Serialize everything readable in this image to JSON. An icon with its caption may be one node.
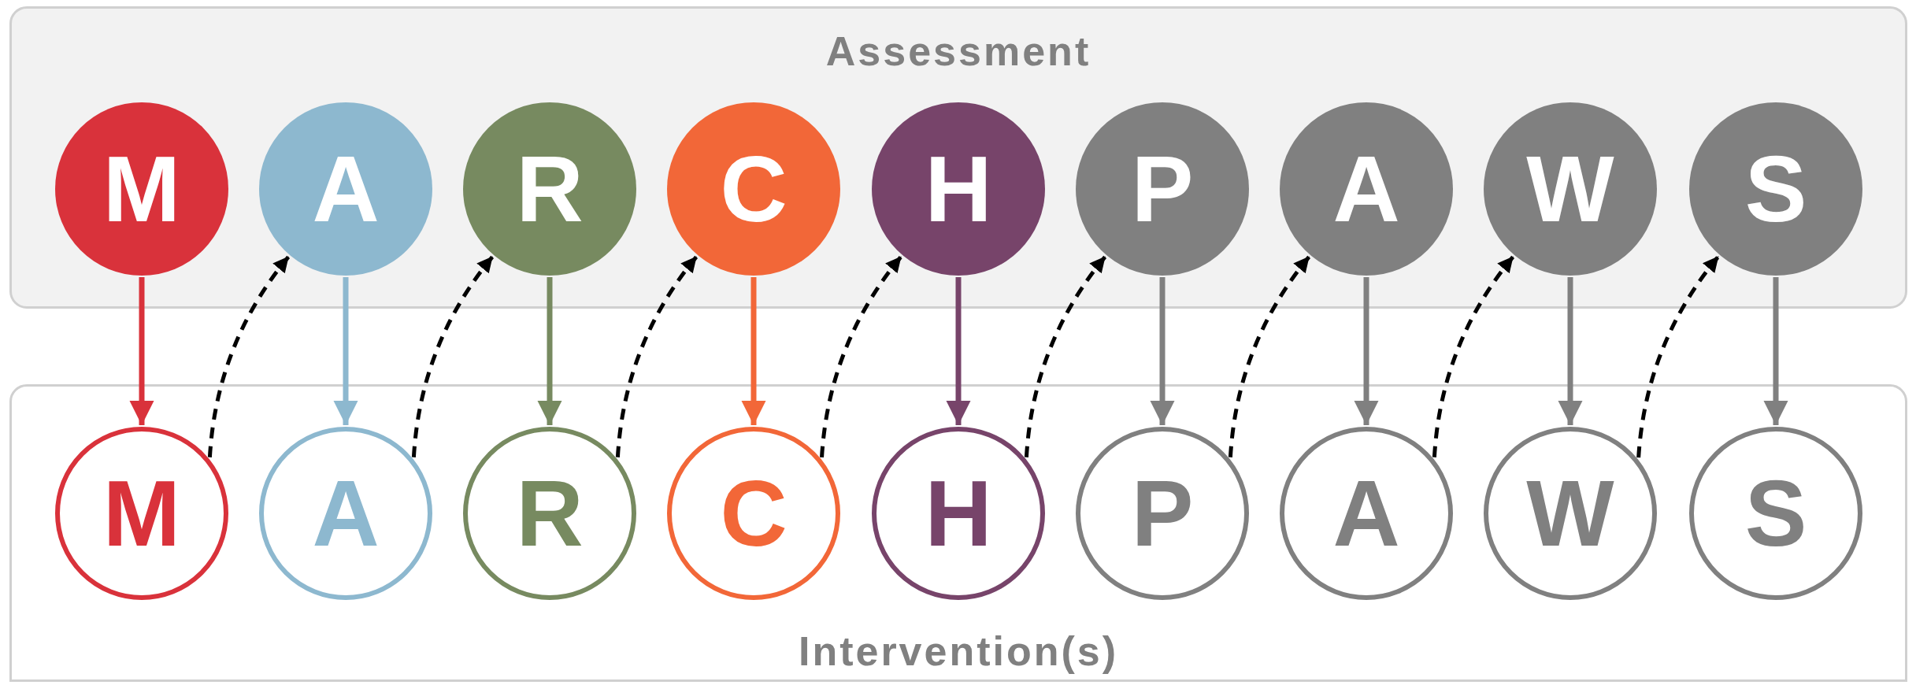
{
  "diagram": {
    "nodes": [
      {
        "text": [
          "Assessment"
        ]
      },
      {
        "text": [
          "M"
        ],
        "in": 0
      },
      {
        "text": [
          "A"
        ],
        "in": 0
      },
      {
        "text": [
          "R"
        ],
        "in": 0
      },
      {
        "text": [
          "C"
        ],
        "in": 0
      },
      {
        "text": [
          "H"
        ],
        "in": 0
      },
      {
        "text": [
          "P"
        ],
        "in": 0
      },
      {
        "text": [
          "A"
        ],
        "in": 0
      },
      {
        "text": [
          "W"
        ],
        "in": 0
      },
      {
        "text": [
          "S"
        ],
        "in": 0
      },
      {
        "text": [
          "Intervention(s)"
        ]
      },
      {
        "text": [
          "M"
        ],
        "in": 10
      },
      {
        "text": [
          "A"
        ],
        "in": 10
      },
      {
        "text": [
          "R"
        ],
        "in": 10
      },
      {
        "text": [
          "C"
        ],
        "in": 10
      },
      {
        "text": [
          "H"
        ],
        "in": 10
      },
      {
        "text": [
          "P"
        ],
        "in": 10
      },
      {
        "text": [
          "A"
        ],
        "in": 10
      },
      {
        "text": [
          "W"
        ],
        "in": 10
      },
      {
        "text": [
          "S"
        ],
        "in": 10
      }
    ],
    "edges": [
      {
        "from": 1,
        "to": 11,
        "arrow": "to",
        "color": "#d9323b"
      },
      {
        "from": 2,
        "to": 12,
        "arrow": "to",
        "color": "#8db8cf"
      },
      {
        "from": 3,
        "to": 13,
        "arrow": "to",
        "color": "#778a60"
      },
      {
        "from": 4,
        "to": 14,
        "arrow": "to",
        "color": "#f26738"
      },
      {
        "from": 5,
        "to": 15,
        "arrow": "to",
        "color": "#77446a"
      },
      {
        "from": 6,
        "to": 16,
        "arrow": "to",
        "color": "#808080"
      },
      {
        "from": 7,
        "to": 17,
        "arrow": "to",
        "color": "#808080"
      },
      {
        "from": 8,
        "to": 18,
        "arrow": "to",
        "color": "#808080"
      },
      {
        "from": 9,
        "to": 19,
        "arrow": "to",
        "color": "#808080"
      },
      {
        "from": 11,
        "to": 2,
        "arrow": "to",
        "style": "dashed"
      },
      {
        "from": 12,
        "to": 3,
        "arrow": "to",
        "style": "dashed"
      },
      {
        "from": 13,
        "to": 4,
        "arrow": "to",
        "style": "dashed"
      },
      {
        "from": 14,
        "to": 5,
        "arrow": "to",
        "style": "dashed"
      },
      {
        "from": 15,
        "to": 6,
        "arrow": "to",
        "style": "dashed"
      },
      {
        "from": 16,
        "to": 7,
        "arrow": "to",
        "style": "dashed"
      },
      {
        "from": 17,
        "to": 8,
        "arrow": "to",
        "style": "dashed"
      },
      {
        "from": 18,
        "to": 9,
        "arrow": "to",
        "style": "dashed"
      }
    ]
  }
}
